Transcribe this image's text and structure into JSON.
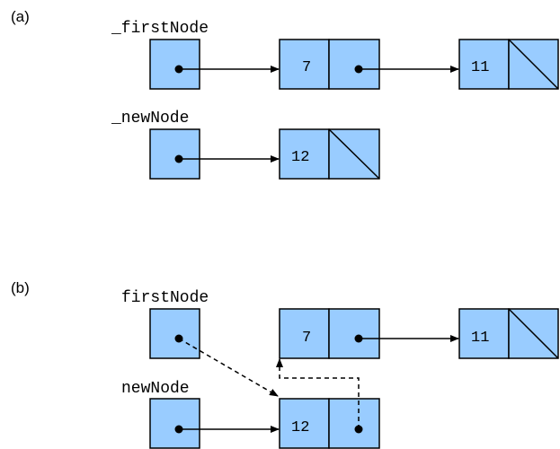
{
  "panel_a": {
    "label": "(a)",
    "first_node_var": "_firstNode",
    "new_node_var": "_newNode",
    "node_7": "7",
    "node_11": "11",
    "node_12": "12"
  },
  "panel_b": {
    "label": "(b)",
    "first_node_var": "firstNode",
    "new_node_var": "newNode",
    "node_7": "7",
    "node_11": "11",
    "node_12": "12"
  },
  "colors": {
    "node_fill": "#99ccff",
    "stroke": "#000000"
  }
}
